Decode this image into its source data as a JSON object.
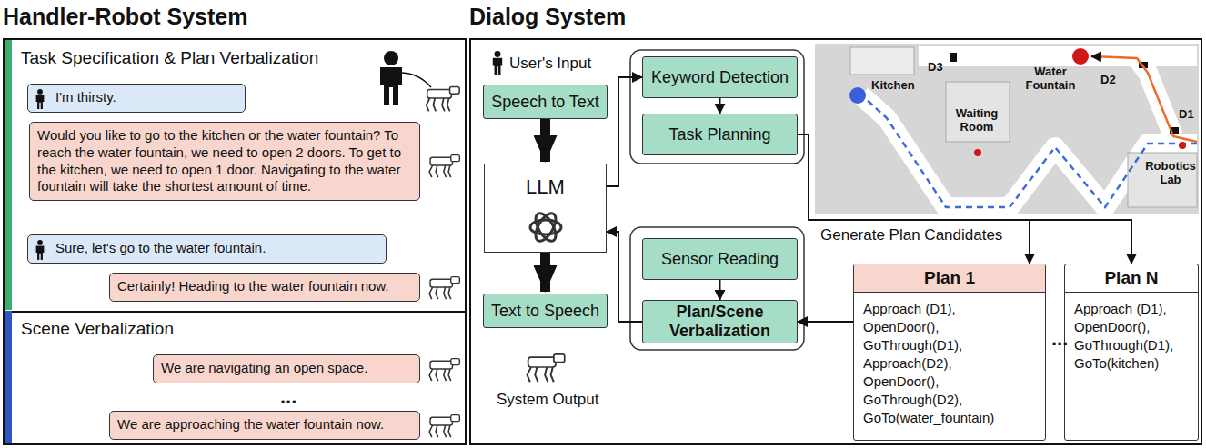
{
  "diagram": {
    "nodes": [
      {
        "text": [
          "Handler-Robot System"
        ]
      },
      {
        "text": [
          "Task Specification & Plan Verbalization"
        ],
        "in": 0
      },
      {
        "text": [
          "I'm thirsty."
        ],
        "in": 1
      },
      {
        "text": [
          "Would you like to go to the kitchen or the water fountain? To reach the water fountain, we need to open 2 doors. To get to the kitchen, we need to open 1 door. Navigating to the water fountain will take the shortest amount of time."
        ],
        "in": 1
      },
      {
        "text": [
          "Sure, let's go to the water fountain."
        ],
        "in": 1
      },
      {
        "text": [
          "Certainly! Heading to the water fountain now."
        ],
        "in": 1
      },
      {
        "text": [
          "Scene Verbalization"
        ],
        "in": 0
      },
      {
        "text": [
          "We are navigating an open space."
        ],
        "in": 6
      },
      {
        "text": [
          "We are approaching the water fountain now."
        ],
        "in": 6
      },
      {
        "text": [
          "Dialog System"
        ]
      },
      {
        "text": [
          "Speech to Text"
        ],
        "in": 9
      },
      {
        "text": [
          "LLM"
        ],
        "in": 9
      },
      {
        "text": [
          "Text to Speech"
        ],
        "in": 9
      },
      {
        "text": [
          "Keyword Detection"
        ],
        "in": 9
      },
      {
        "text": [
          "Task Planning"
        ],
        "in": 9
      },
      {
        "text": [
          "Sensor Reading"
        ],
        "in": 9
      },
      {
        "text": [
          "Plan/Scene Verbalization"
        ],
        "in": 9
      },
      {
        "text": [
          "Plan 1",
          "Approach (D1), OpenDoor(), GoThrough(D1), Approach(D2), OpenDoor(), GoThrough(D2), GoTo(water_fountain)"
        ],
        "in": 9
      },
      {
        "text": [
          "Plan N",
          "Approach (D1), OpenDoor(), GoThrough(D1), GoTo(kitchen)"
        ],
        "in": 9
      }
    ],
    "edges": [
      {
        "from": 10,
        "to": 11,
        "arrow": "to"
      },
      {
        "from": 11,
        "to": 12,
        "arrow": "to"
      },
      {
        "from": 11,
        "to": 13,
        "arrow": "to"
      },
      {
        "from": 13,
        "to": 14,
        "arrow": "to"
      },
      {
        "from": 14,
        "to": 17,
        "arrow": "to"
      },
      {
        "from": 14,
        "to": 18,
        "arrow": "to"
      },
      {
        "from": 15,
        "to": 16,
        "arrow": "to"
      },
      {
        "from": 17,
        "to": 16,
        "arrow": "to"
      },
      {
        "from": 16,
        "to": 11,
        "arrow": "to"
      }
    ],
    "labels": [
      "...",
      "User's Input",
      "System Output",
      "D3",
      "Water Fountain",
      "D2",
      "Kitchen",
      "Waiting Room",
      "D1",
      "Robotics Lab",
      "Generate Plan Candidates",
      "..."
    ]
  }
}
